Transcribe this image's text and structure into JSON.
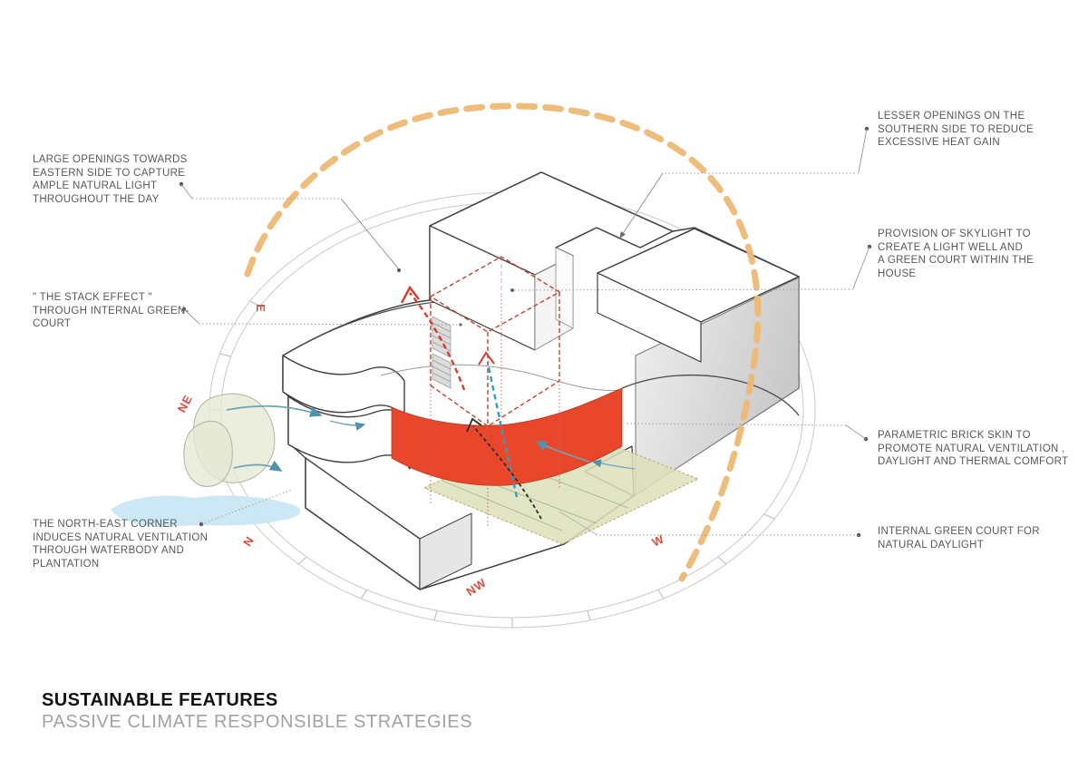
{
  "title": {
    "main": "SUSTAINABLE FEATURES",
    "subtitle": "PASSIVE CLIMATE RESPONSIBLE STRATEGIES"
  },
  "annotations": {
    "large_openings": {
      "lines": [
        "LARGE OPENINGS TOWARDS",
        "EASTERN SIDE TO CAPTURE",
        "AMPLE NATURAL LIGHT",
        "THROUGHOUT THE DAY"
      ]
    },
    "stack_effect": {
      "lines": [
        "\" THE STACK EFFECT \"",
        "THROUGH INTERNAL GREEN-",
        "COURT"
      ]
    },
    "northeast_corner": {
      "lines": [
        "THE NORTH-EAST CORNER",
        "INDUCES NATURAL VENTILATION",
        "THROUGH WATERBODY AND",
        "PLANTATION"
      ]
    },
    "lesser_openings": {
      "lines": [
        "LESSER OPENINGS ON THE",
        "SOUTHERN SIDE TO REDUCE",
        "EXCESSIVE HEAT GAIN"
      ]
    },
    "skylight": {
      "lines": [
        "PROVISION OF SKYLIGHT TO",
        "CREATE A LIGHT WELL AND",
        "A GREEN COURT WITHIN THE",
        "HOUSE"
      ]
    },
    "parametric_skin": {
      "lines": [
        "PARAMETRIC BRICK SKIN TO",
        "PROMOTE NATURAL VENTILATION ,",
        "DAYLIGHT AND THERMAL COMFORT"
      ]
    },
    "green_court": {
      "lines": [
        "INTERNAL GREEN COURT FOR",
        "NATURAL DAYLIGHT"
      ]
    }
  },
  "compass": {
    "e": "E",
    "ne": "NE",
    "n": "N",
    "nw": "NW",
    "w": "W"
  },
  "colors": {
    "sun_path": "#EDB974",
    "brick_skin": "#E8472B",
    "green_court": "#DCE1BA",
    "plantation": "#E6E8D3",
    "waterbody": "#C8E6F4",
    "compass_text": "#D9503F",
    "annotation_text": "#57585A",
    "outline_dark": "#3F3F3F",
    "arrow_blue": "#5E99B0",
    "arrow_red": "#D93A2B",
    "arrow_teal": "#2E9FC4"
  }
}
